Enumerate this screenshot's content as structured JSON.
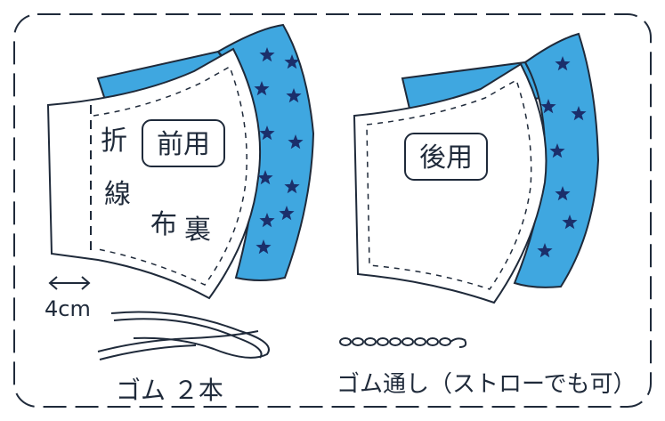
{
  "labels": {
    "fold_line_1": "折",
    "fold_line_2": "線",
    "front_box": "前用",
    "back_box": "後用",
    "lining_1": "布",
    "lining_2": "裏",
    "width": "4cm",
    "elastic": "ゴム ２本",
    "threader": "ゴム通し（ストローでも可）"
  },
  "colors": {
    "fabric_blue": "#3fa7e0",
    "fabric_blue_dark": "#2a86c6",
    "star": "#1b2f6b",
    "ink": "#1f2a3a",
    "paper": "#ffffff"
  },
  "icons": [
    "star-icon",
    "double-arrow-icon"
  ]
}
